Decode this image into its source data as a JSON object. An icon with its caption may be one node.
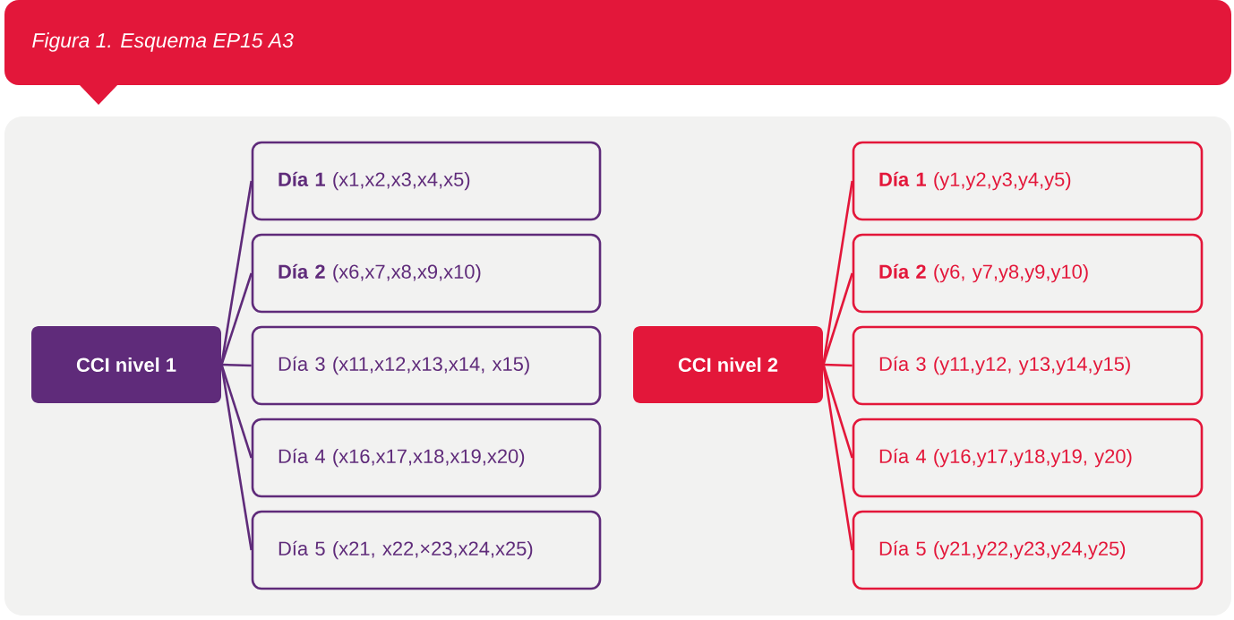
{
  "diagram": {
    "title": "Figura 1. Esquema EP15 A3",
    "nodes": [
      {
        "text": [
          "CCI nivel 1"
        ]
      },
      {
        "text": [
          "**Día 1** (x1,x2,x3,x4,x5)"
        ]
      },
      {
        "text": [
          "**Día 2** (x6,x7,x8,x9,x10)"
        ]
      },
      {
        "text": [
          "Día 3 (x11,x12,x13,x14, x15)"
        ]
      },
      {
        "text": [
          "Día 4 (x16,x17,x18,x19,x20)"
        ]
      },
      {
        "text": [
          "Día 5 (x21, x22,×23,x24,x25)"
        ]
      },
      {
        "text": [
          "CCI nivel 2"
        ]
      },
      {
        "text": [
          "**Día 1** (y1,y2,y3,y4,y5)"
        ]
      },
      {
        "text": [
          "**Día 2** (y6, y7,y8,y9,y10)"
        ]
      },
      {
        "text": [
          "Día 3 (y11,y12, y13,y14,y15)"
        ]
      },
      {
        "text": [
          "Día 4 (y16,y17,y18,y19, y20)"
        ]
      },
      {
        "text": [
          "Día 5 (y21,y22,y23,y24,y25)"
        ]
      }
    ],
    "edges": [
      {
        "from": 0,
        "to": 1,
        "arrow": "none",
        "color": "#5f2b7a"
      },
      {
        "from": 0,
        "to": 2,
        "arrow": "none",
        "color": "#5f2b7a"
      },
      {
        "from": 0,
        "to": 3,
        "arrow": "none",
        "color": "#5f2b7a"
      },
      {
        "from": 0,
        "to": 4,
        "arrow": "none",
        "color": "#5f2b7a"
      },
      {
        "from": 0,
        "to": 5,
        "arrow": "none",
        "color": "#5f2b7a"
      },
      {
        "from": 6,
        "to": 7,
        "arrow": "none",
        "color": "#e3173a"
      },
      {
        "from": 6,
        "to": 8,
        "arrow": "none",
        "color": "#e3173a"
      },
      {
        "from": 6,
        "to": 9,
        "arrow": "none",
        "color": "#e3173a"
      },
      {
        "from": 6,
        "to": 10,
        "arrow": "none",
        "color": "#e3173a"
      },
      {
        "from": 6,
        "to": 11,
        "arrow": "none",
        "color": "#e3173a"
      }
    ]
  }
}
